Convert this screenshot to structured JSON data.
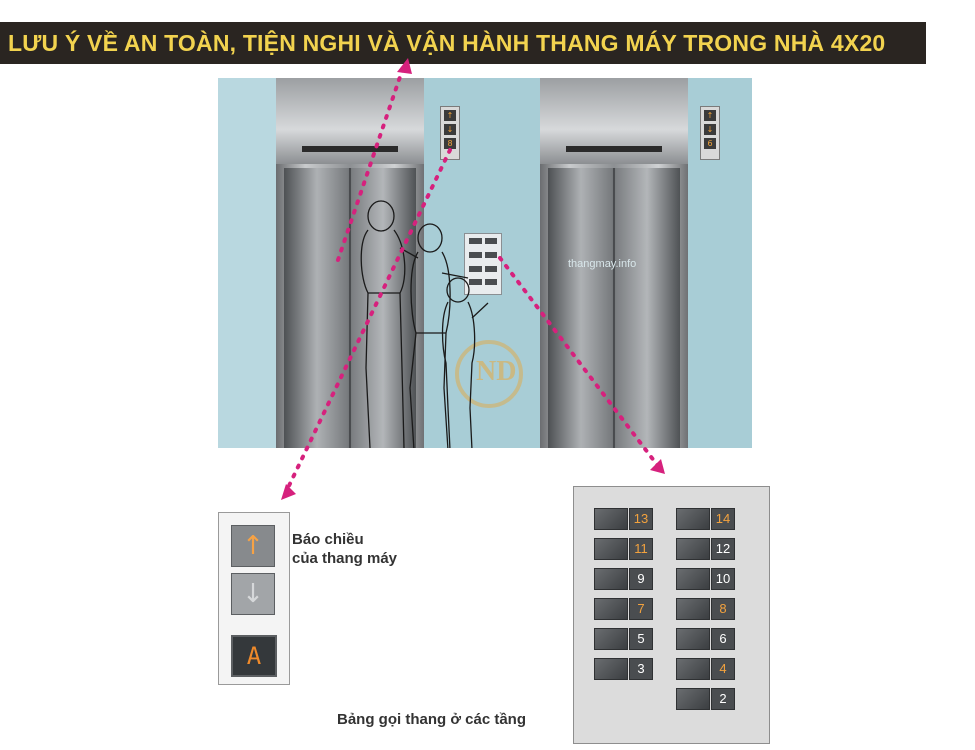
{
  "banner": {
    "title": "LƯU Ý VỀ AN TOÀN, TIỆN NGHI VÀ VẬN HÀNH THANG MÁY TRONG NHÀ 4X20"
  },
  "scene": {
    "watermark": "thangmay.info",
    "logo_letters": "ND",
    "small_panel_left": [
      "↑",
      "↓",
      "8"
    ],
    "small_panel_right": [
      "↑",
      "↓",
      "6"
    ]
  },
  "direction_panel": {
    "up_symbol": "↑",
    "down_symbol": "↓",
    "floor_char": "A",
    "label_line1": "Báo chiều",
    "label_line2": "của thang máy"
  },
  "hall_panel": {
    "label": "Bảng gọi thang ở các tầng",
    "left_column": [
      {
        "floor": "13",
        "lit": true
      },
      {
        "floor": "11",
        "lit": true
      },
      {
        "floor": "9",
        "lit": false
      },
      {
        "floor": "7",
        "lit": true
      },
      {
        "floor": "5",
        "lit": false
      },
      {
        "floor": "3",
        "lit": false
      }
    ],
    "right_column": [
      {
        "floor": "14",
        "lit": true
      },
      {
        "floor": "12",
        "lit": false
      },
      {
        "floor": "10",
        "lit": false
      },
      {
        "floor": "8",
        "lit": true
      },
      {
        "floor": "6",
        "lit": false
      },
      {
        "floor": "4",
        "lit": true
      },
      {
        "floor": "2",
        "lit": false
      }
    ]
  },
  "colors": {
    "banner_bg": "#2a2521",
    "banner_text": "#f2d34f",
    "guide_line": "#d6217d",
    "lit_number": "#f3a23e"
  }
}
